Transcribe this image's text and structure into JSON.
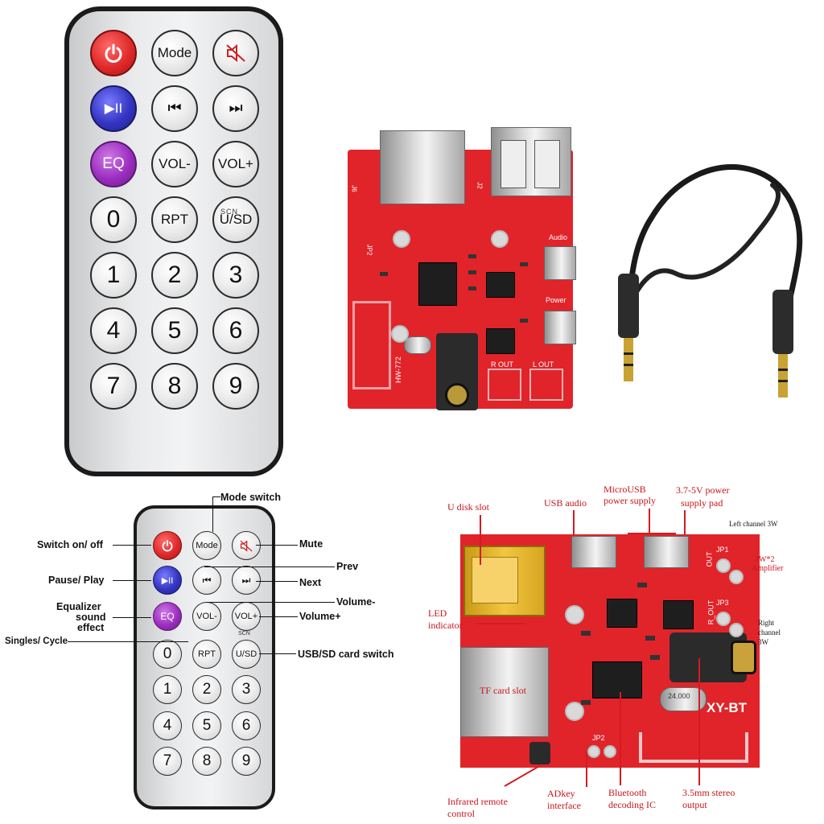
{
  "colors": {
    "pcb": "#e0242a",
    "power": "#e02a2a",
    "play": "#3435c2",
    "eq": "#9b2ec0",
    "remote_body": "#e9eaec",
    "callout_red": "#c8151d"
  },
  "remote_large": {
    "buttons": [
      {
        "label": "",
        "icon": "power-icon"
      },
      {
        "label": "Mode"
      },
      {
        "label": "",
        "icon": "mute-icon"
      },
      {
        "label": "▶II",
        "icon": "play-pause-icon"
      },
      {
        "label": "⏮",
        "icon": "prev-icon"
      },
      {
        "label": "⏭",
        "icon": "next-icon"
      },
      {
        "label": "EQ"
      },
      {
        "label": "VOL-"
      },
      {
        "label": "VOL+"
      },
      {
        "label": "0"
      },
      {
        "label": "RPT"
      },
      {
        "label": "U/SD"
      },
      {
        "label": "1"
      },
      {
        "label": "2"
      },
      {
        "label": "3"
      },
      {
        "label": "4"
      },
      {
        "label": "5"
      },
      {
        "label": "6"
      },
      {
        "label": "7"
      },
      {
        "label": "8"
      },
      {
        "label": "9"
      }
    ],
    "small_mark": "SCN"
  },
  "board_top": {
    "model": "HW-772",
    "r_out": "R  OUT",
    "l_out": "L  OUT",
    "audio": "Audio",
    "power": "Power",
    "j2": "J2",
    "j6": "J6",
    "jp2": "JP2"
  },
  "remote_small": {
    "buttons": [
      "",
      "Mode",
      "",
      "▶II",
      "⏮",
      "⏭",
      "EQ",
      "VOL-",
      "VOL+",
      "0",
      "RPT",
      "U/SD",
      "1",
      "2",
      "3",
      "4",
      "5",
      "6",
      "7",
      "8",
      "9"
    ],
    "small_mark": "SCN",
    "callouts": {
      "mode_switch": "Mode switch",
      "switch_on_off": "Switch on/ off",
      "mute": "Mute",
      "prev": "Prev",
      "pause_play": "Pause/ Play",
      "next": "Next",
      "volume_minus": "Volume-",
      "equalizer": "Equalizer",
      "sound": "sound",
      "effect": "effect",
      "volume_plus": "Volume+",
      "singles_cycle": "Singles/ Cycle",
      "usb_sd_switch": "USB/SD card switch"
    }
  },
  "board_bottom": {
    "model": "XY-BT",
    "crystal": "24.000",
    "silk": {
      "jp1": "JP1",
      "jp3": "JP3",
      "jp2": "JP2",
      "rout": "R_OUT",
      "lout": "OUT"
    },
    "callouts": {
      "u_disk_slot": "U disk slot",
      "usb_audio": "USB audio",
      "microusb_1": "MicroUSB",
      "microusb_2": "power supply",
      "power_pad_1": "3.7-5V power",
      "power_pad_2": "supply pad",
      "left_channel": "Left channel 3W",
      "amplifier_1": "3W*2",
      "amplifier_2": "Amplifier",
      "led_1": "LED",
      "led_2": "indicator",
      "right_channel_1": "Right",
      "right_channel_2": "channel",
      "right_channel_3": "3W",
      "tf_card_slot": "TF card slot",
      "infrared_1": "Infrared remote",
      "infrared_2": "control",
      "adkey_1": "ADkey",
      "adkey_2": "interface",
      "bt_ic_1": "Bluetooth",
      "bt_ic_2": "decoding IC",
      "stereo_1": "3.5mm stereo",
      "stereo_2": "output"
    }
  }
}
